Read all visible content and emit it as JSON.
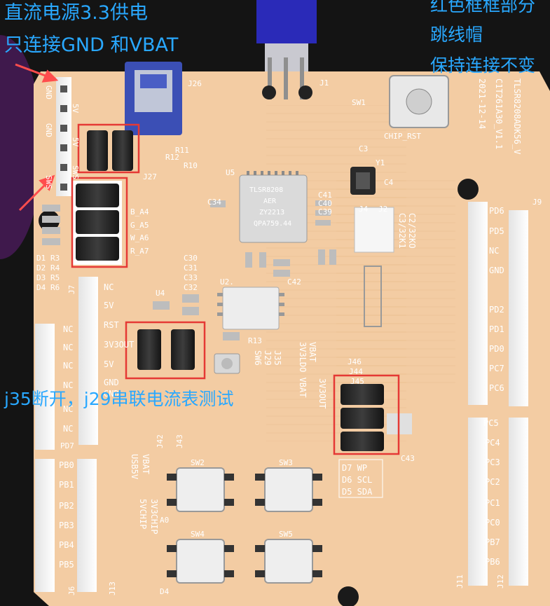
{
  "annotations": {
    "top_left_line1": "直流电源3.3供电",
    "top_left_line2": "只连接GND 和VBAT",
    "top_right_line1": "红色框框部分",
    "top_right_line2": "跳线帽",
    "top_right_line3": "保持连接不变",
    "middle": "j35断开，j29串联电流表测试"
  },
  "board": {
    "silk_header_left_top": [
      "GND",
      "GND",
      "SWS"
    ],
    "silk_header_left_top2": [
      "5V",
      "5V",
      "SWS"
    ],
    "j26": "J26",
    "j1": "J1",
    "sw1": "SW1",
    "chip_rst": "CHIP_RST",
    "title_line1": "TLSR8208ADK56_V",
    "title_line2": "C1T261A30_V1.1",
    "title_date": "2021-12-14",
    "j9": "J9",
    "u5": "U5",
    "chip_line1": "TLSR8208",
    "chip_line2": "AER",
    "chip_line3": "ZY2213",
    "chip_line4": "QPA759.44",
    "y1": "Y1",
    "c3": "C3",
    "c4": "C4",
    "c34": "C34",
    "c41": "C41",
    "c40": "C40",
    "c39": "C39",
    "j4": "J4",
    "j2": "J2",
    "j27": "J27",
    "r10": "R10",
    "r11": "R11",
    "r12": "R12",
    "c3_32k": "C3/32K1",
    "c2_32k": "C2/32KO",
    "pin_labels_mid": [
      "B_A4",
      "G_A5",
      "W_A6",
      "R_A7"
    ],
    "leds_left": [
      "D1",
      "D2",
      "D3",
      "D4"
    ],
    "res_left": [
      "R3",
      "R4",
      "R5",
      "R6"
    ],
    "c30_33": [
      "C30",
      "C31",
      "C33",
      "C32"
    ],
    "u4": "U4",
    "u2": "U2.",
    "r13": "R13",
    "c42": "C42",
    "j7": "J7",
    "power_labels": [
      "NC",
      "5V",
      "RST",
      "3V3OUT",
      "5V",
      "GND",
      "GND"
    ],
    "left_header_pins": [
      "NC",
      "NC",
      "NC",
      "NC",
      "NC",
      "NC"
    ],
    "pd7": "PD7",
    "pb_pins": [
      "PB0",
      "PB1",
      "PB2",
      "PB3",
      "PB4",
      "PB5"
    ],
    "j6": "J6",
    "j13": "J13",
    "vbat_block": [
      "3V3LDO VBAT",
      "VBAT",
      "3V3OUT"
    ],
    "sw6_labels": [
      "SW6",
      "J29",
      "J35"
    ],
    "j46": "J46",
    "j44": "J44",
    "j45": "J45",
    "c43": "C43",
    "j42": "J42",
    "j43": "J43",
    "d_labels": [
      "D7 WP",
      "D6 SCL",
      "D5 SDA"
    ],
    "vbat_usb": [
      "VBAT",
      "USB5V"
    ],
    "chip_labels": [
      "3V3CHIP",
      "5VCHIP"
    ],
    "sw2": "SW2",
    "sw3": "SW3",
    "sw4": "SW4",
    "sw5": "SW5",
    "a0": "A0",
    "d4": "D4",
    "right_pins_pd": [
      "PD6",
      "PD5",
      "NC",
      "GND",
      "PD2",
      "PD1",
      "PD0",
      "PC7",
      "PC6"
    ],
    "right_pins_pc": [
      "PC5",
      "PC4",
      "PC3",
      "PC2",
      "PC1",
      "PC0",
      "PB7",
      "PB6"
    ],
    "j11": "J11",
    "j12": "J12"
  },
  "colors": {
    "board": "#f2caa0",
    "highlight_box": "#e53935",
    "annotation_text": "#29a8ff",
    "arrow": "#ff4d4d"
  }
}
